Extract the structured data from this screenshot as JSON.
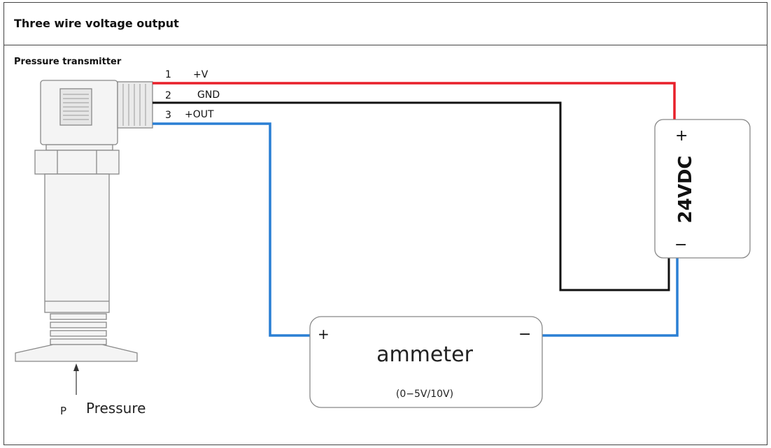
{
  "header": {
    "title": "Three wire voltage output"
  },
  "device": {
    "label": "Pressure transmitter"
  },
  "pins": [
    {
      "number": "1",
      "name": "+V"
    },
    {
      "number": "2",
      "name": "GND"
    },
    {
      "number": "3",
      "name": "+OUT"
    }
  ],
  "power_supply": {
    "label": "24VDC",
    "plus": "+",
    "minus": "−"
  },
  "ammeter": {
    "label": "ammeter",
    "range": "(0−5V/10V)",
    "plus": "+",
    "minus": "−"
  },
  "pressure": {
    "symbol": "P",
    "label": "Pressure"
  },
  "colors": {
    "red": "#e8202a",
    "black": "#111111",
    "blue": "#2a7fd4"
  }
}
